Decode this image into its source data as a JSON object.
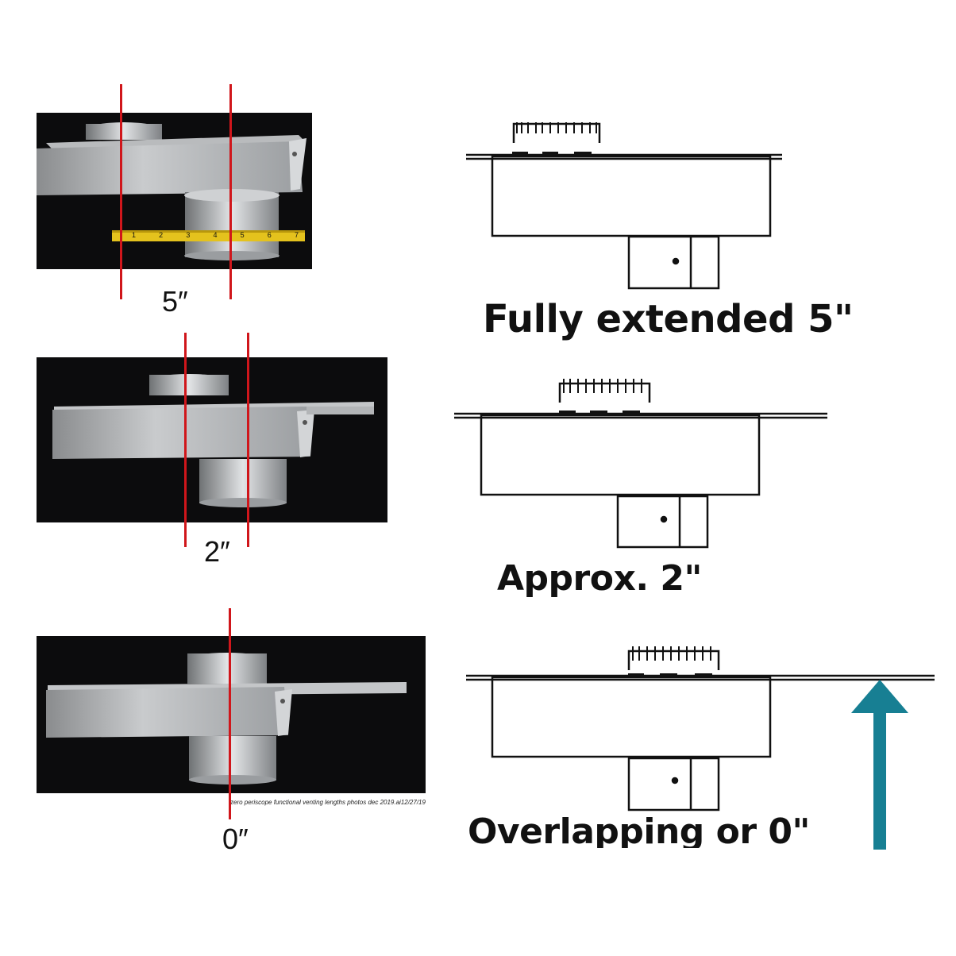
{
  "panels": [
    {
      "measure_label": "5″",
      "caption": "Fully extended 5\""
    },
    {
      "measure_label": "2″",
      "caption": "Approx. 2\""
    },
    {
      "measure_label": "0″",
      "caption": "Overlapping or 0\""
    }
  ],
  "photo_note": "zero periscope functional venting lengths photos dec 2019.ai12/27/19",
  "tape_numbers": [
    "1",
    "2",
    "3",
    "4",
    "5",
    "6",
    "7"
  ],
  "colors": {
    "measure_line": "#d0161b",
    "arrow": "#177f93",
    "photo_bg": "#0c0c0d",
    "line_art": "#111111"
  }
}
